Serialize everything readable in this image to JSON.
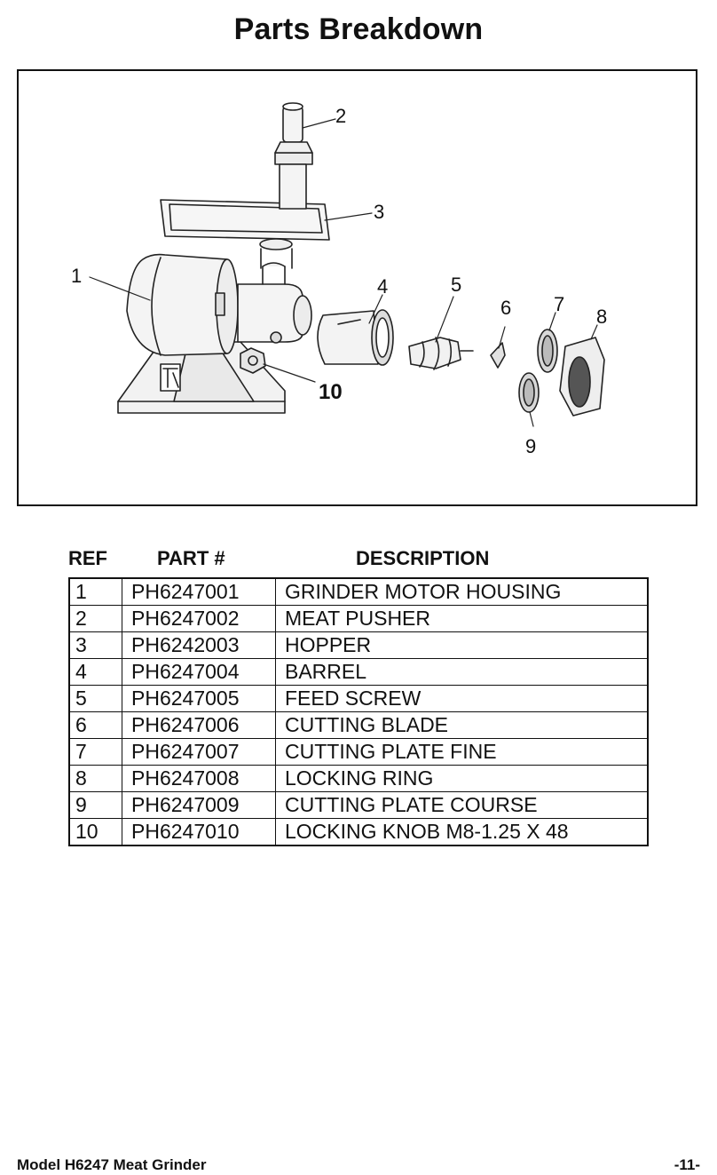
{
  "page": {
    "title": "Parts Breakdown"
  },
  "diagram": {
    "callouts": [
      "1",
      "2",
      "3",
      "4",
      "5",
      "6",
      "7",
      "8",
      "9",
      "10"
    ]
  },
  "table": {
    "headers": {
      "ref": "REF",
      "part": "PART #",
      "description": "DESCRIPTION"
    },
    "rows": [
      {
        "ref": "1",
        "part": "PH6247001",
        "description": "GRINDER MOTOR HOUSING"
      },
      {
        "ref": "2",
        "part": "PH6247002",
        "description": "MEAT PUSHER"
      },
      {
        "ref": "3",
        "part": "PH6242003",
        "description": "HOPPER"
      },
      {
        "ref": "4",
        "part": "PH6247004",
        "description": "BARREL"
      },
      {
        "ref": "5",
        "part": "PH6247005",
        "description": "FEED SCREW"
      },
      {
        "ref": "6",
        "part": "PH6247006",
        "description": "CUTTING BLADE"
      },
      {
        "ref": "7",
        "part": "PH6247007",
        "description": "CUTTING PLATE FINE"
      },
      {
        "ref": "8",
        "part": "PH6247008",
        "description": "LOCKING RING"
      },
      {
        "ref": "9",
        "part": "PH6247009",
        "description": "CUTTING PLATE COURSE"
      },
      {
        "ref": "10",
        "part": "PH6247010",
        "description": "LOCKING KNOB M8-1.25 X 48"
      }
    ]
  },
  "footer": {
    "model": "Model H6247 Meat Grinder",
    "page_number": "-11-"
  }
}
